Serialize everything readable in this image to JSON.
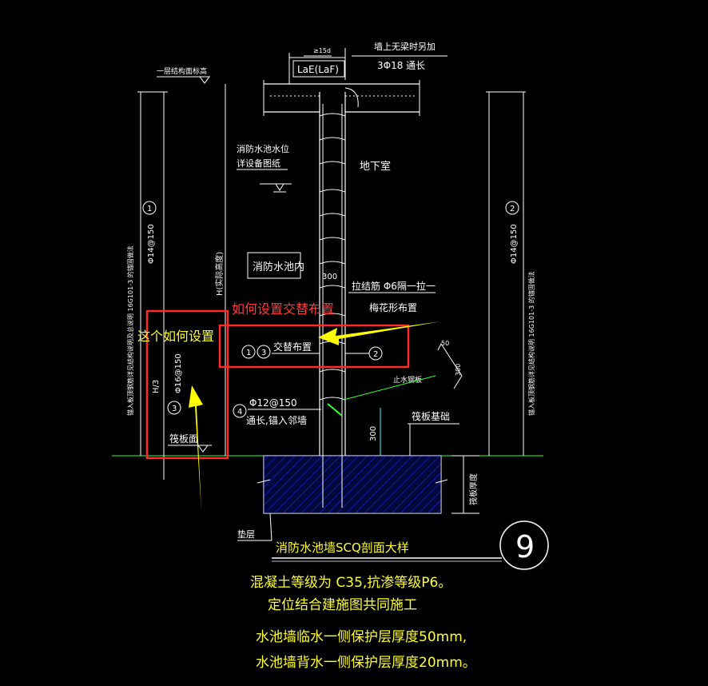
{
  "drawing": {
    "labels": {
      "top_dim": "≥15d",
      "wall_top_note": "墙上无梁时另加",
      "rebar_top": "3Φ18 通长",
      "anchor_box": "LaE(LaF)",
      "level_left": "一层结构面标高",
      "water_level_line1": "消防水池水位",
      "water_level_line2": "详设备图纸",
      "basement": "地下室",
      "pool_inside": "消防水池内",
      "dim_300_top": "300",
      "tie_bar": "拉结筋 Φ6隔一拉一",
      "tie_layout": "梅花形布置",
      "stagger": "交替布置",
      "stagger_num1": "1",
      "stagger_num3": "3",
      "circle2_mid": "2",
      "dim_50": "50",
      "dim_300_right": "300",
      "waterstop": "止水钢板",
      "rebar4": "Φ12@150",
      "rebar4_note": "通长,锚入邻墙",
      "circle4": "4",
      "raft_foundation": "筏板基础",
      "dim_300_bottom": "300",
      "raft_thickness": "筏板厚度",
      "raft_top": "筏板面",
      "h3": "H/3",
      "rebar3": "Φ16@150",
      "circle3": "3",
      "h_height": "H(实际高度)",
      "circle1": "1",
      "rebar1": "Φ14@150",
      "left_note": "锚入板顶钢筋详见结构说明及总说明 16G101-3 的锚固做法",
      "circle2_right": "2",
      "rebar2": "Φ14@150",
      "right_note": "锚入板顶钢筋详见结构说明 16G101-3 的锚固做法",
      "cushion": "垫层",
      "title": "消防水池墙SCQ剖面大样",
      "detail_no": "9"
    },
    "notes": [
      "混凝土等级为 C35,抗渗等级P6。",
      "定位结合建施图共同施工",
      "水池墙临水一侧保护层厚度50mm,",
      "水池墙背水一侧保护层厚度20mm。"
    ],
    "annotations": {
      "question_1": "如何设置交替布置",
      "question_2": "这个如何设置"
    },
    "colors": {
      "background": "#000000",
      "line_white": "#ffffff",
      "text_yellow": "#ffff33",
      "hatch_blue": "#2233ff",
      "dim_cyan": "#33ffff",
      "green": "#33ff33",
      "highlight_red": "#ff2a2a",
      "arrow_yellow": "#ffff00"
    }
  }
}
